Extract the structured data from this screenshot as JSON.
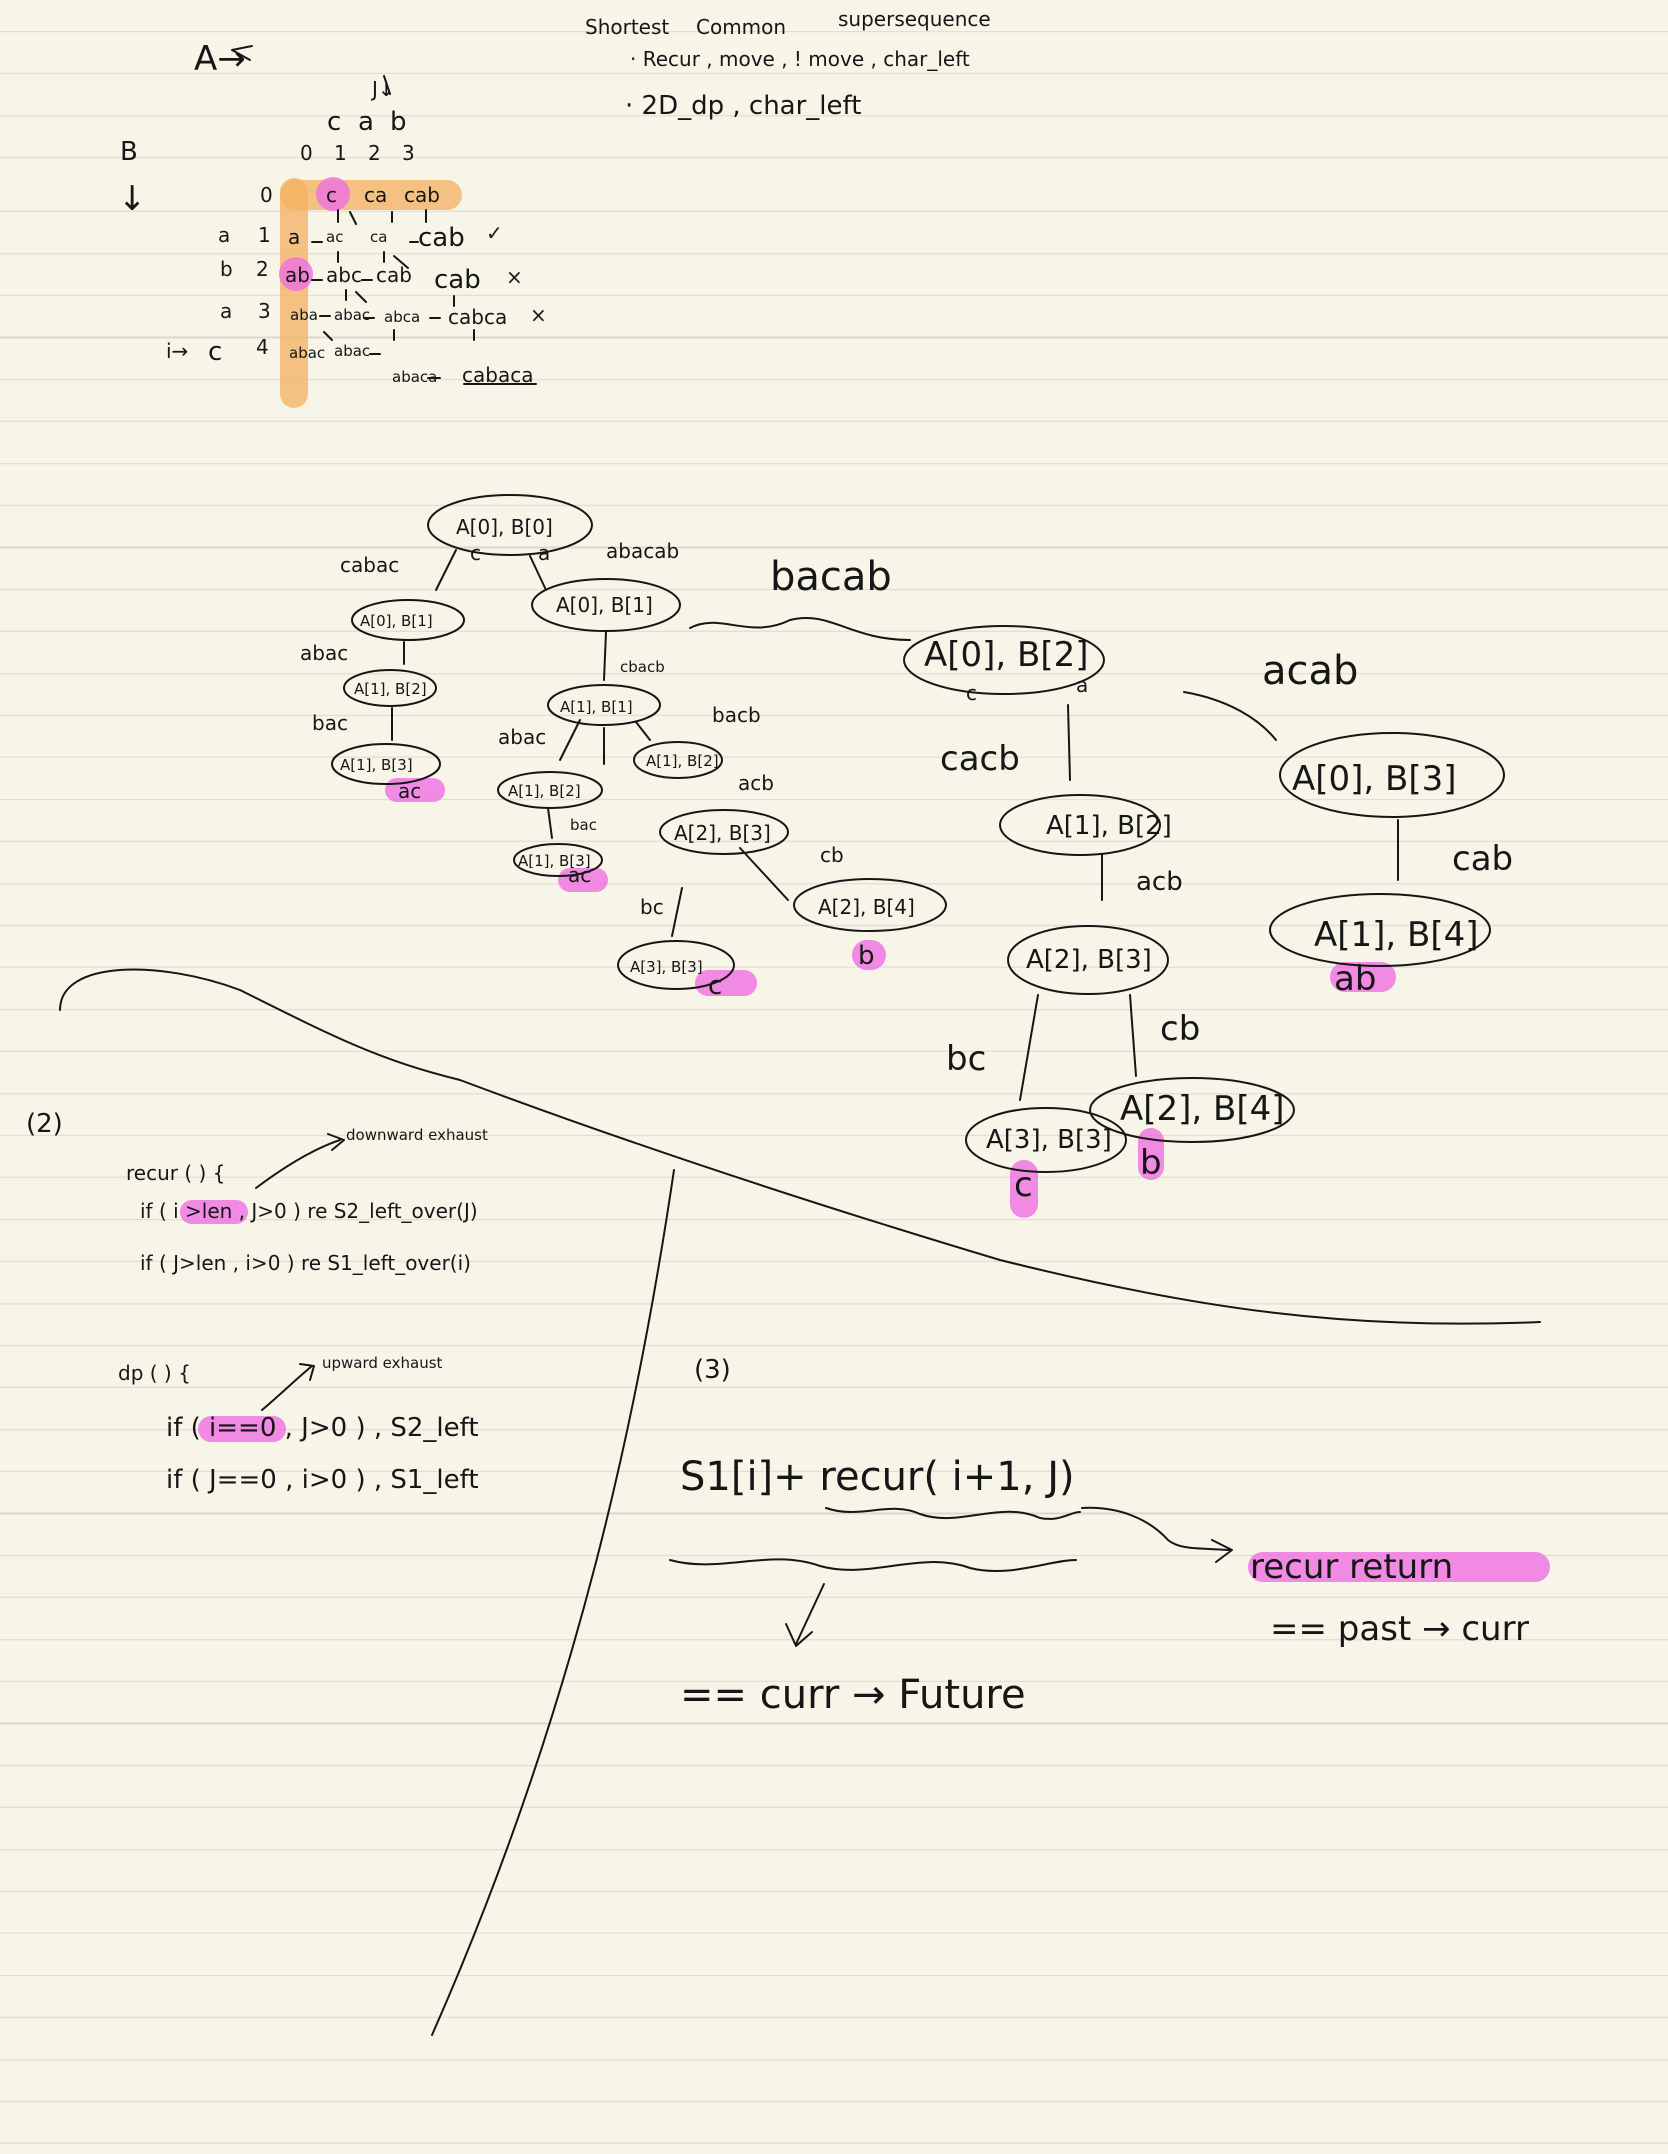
{
  "header": {
    "title_words": [
      "Shortest",
      "Common",
      "supersequence"
    ],
    "bullet_1": "· Recur ,   move , ! move , char_left",
    "bullet_2": "· 2D_dp ,  char_left"
  },
  "table": {
    "a_arrow": "A→",
    "b_label": "B",
    "down_arrow": "↓",
    "col_chars": [
      "c",
      "a",
      "b"
    ],
    "col_idx": [
      "0",
      "1",
      "2",
      "3"
    ],
    "row_chars": [
      "a",
      "b",
      "a",
      "c"
    ],
    "row_idx": [
      "0",
      "1",
      "2",
      "3",
      "4"
    ],
    "i_marker": "i→",
    "j_marker": "J↓",
    "row0": [
      "c",
      "ca",
      "cab"
    ],
    "row1": [
      "a",
      "ac",
      "ca",
      "cab"
    ],
    "row2": [
      "ab",
      "abc",
      "cab",
      "cab"
    ],
    "row3": [
      "aba",
      "abac",
      "abca",
      "cabca"
    ],
    "row4": [
      "abac",
      "abac",
      "abaca",
      "cabaca"
    ],
    "marks": [
      "✓",
      "×",
      "×"
    ]
  },
  "tree": {
    "root": "A[0], B[0]",
    "root_left_result": "cabac",
    "root_right_result": "abacab",
    "left": {
      "n1": "A[0], B[1]",
      "n1_note": "abac",
      "n2": "A[1], B[2]",
      "n2_note": "bac",
      "n3": "A[1], B[3]",
      "n3_result": "ac"
    },
    "mid": {
      "n1": "A[0], B[1]",
      "n1_result": "cbacb",
      "n2": "A[1], B[1]",
      "n2_note": "abac",
      "n3": "A[1], B[2]",
      "n3_note": "bacb",
      "n4": "A[1], B[2]",
      "n4_note": "bac",
      "n5": "A[1], B[3]",
      "n5_result": "ac",
      "n6": "A[2], B[3]",
      "n6_note": "acb",
      "n7": "A[3], B[3]",
      "n7_note": "bc",
      "n7_result": "c",
      "n8": "A[2], B[4]",
      "n8_note": "cb",
      "n8_result": "b"
    },
    "right": {
      "label_bacab": "bacab",
      "n1": "A[0], B[2]",
      "label_cacb": "cacb",
      "n2": "A[1], B[2]",
      "n2_note": "acb",
      "n3": "A[2], B[3]",
      "n3_note_cb": "cb",
      "n3_note_bc": "bc",
      "n4": "A[3], B[3]",
      "n4_result": "c",
      "n5": "A[2], B[4]",
      "n5_result": "b"
    },
    "far": {
      "label_acab": "acab",
      "n1": "A[0], B[3]",
      "n1_note": "cab",
      "n2": "A[1], B[4]",
      "n2_result": "ab"
    },
    "node_chars": [
      "c",
      "a",
      "b",
      "c",
      "a",
      "b"
    ]
  },
  "section2": {
    "num": "(2)",
    "recur_head": "recur ( ) {",
    "down_note": "downward  exhaust",
    "recur_line1": "if ( i >len , J>0 ) re S2_left_over(J)",
    "recur_line2": "if ( J>len , i>0 ) re S1_left_over(i)",
    "dp_head": "dp ( ) {",
    "up_note": "upward  exhaust",
    "dp_line1": "if ( i==0 , J>0 ) , S2_left",
    "dp_line2": "if ( J==0 , i>0 ) , S1_left"
  },
  "section3": {
    "num": "(3)",
    "expr": "S1[i]+ recur( i+1, J)",
    "left_eq": "== curr → Future",
    "right_label": "recur return",
    "right_eq": "== past → curr"
  },
  "colors": {
    "ink": "#161616",
    "highlight_pink": "#ee6fe0",
    "highlight_orange": "#f4b060",
    "paper": "#f7f4e8",
    "rule_line": "#d9d6cb"
  }
}
